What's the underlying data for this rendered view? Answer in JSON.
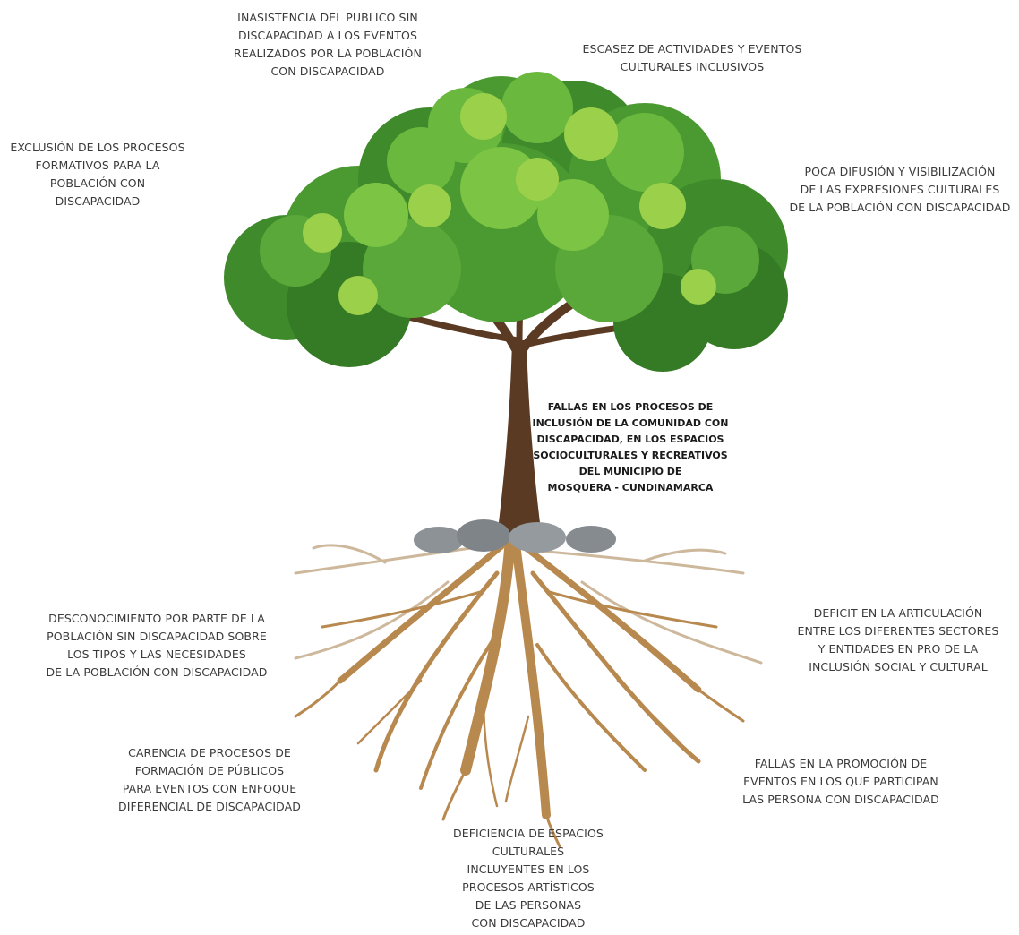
{
  "problem_tree": {
    "central_problem": "FALLAS EN LOS PROCESOS DE\nINCLUSIÓN DE LA COMUNIDAD CON\nDISCAPACIDAD, EN LOS ESPACIOS\nSOCIOCULTURALES Y RECREATIVOS\nDEL MUNICIPIO DE\nMOSQUERA - CUNDINAMARCA",
    "effects": [
      "INASISTENCIA DEL PUBLICO SIN\nDISCAPACIDAD A LOS EVENTOS\nREALIZADOS POR LA POBLACIÓN\nCON DISCAPACIDAD",
      "ESCASEZ DE ACTIVIDADES  Y EVENTOS\nCULTURALES INCLUSIVOS",
      "EXCLUSIÓN DE LOS PROCESOS\nFORMATIVOS PARA  LA\nPOBLACIÓN CON\nDISCAPACIDAD",
      "POCA DIFUSIÓN Y VISIBILIZACIÓN\nDE LAS EXPRESIONES CULTURALES\nDE LA POBLACIÓN CON DISCAPACIDAD"
    ],
    "causes": [
      "DESCONOCIMIENTO POR PARTE DE LA\nPOBLACIÓN SIN DISCAPACIDAD SOBRE\nLOS TIPOS Y LAS NECESIDADES\nDE LA POBLACIÓN CON DISCAPACIDAD",
      "DEFICIT EN LA ARTICULACIÓN\nENTRE LOS DIFERENTES SECTORES\nY ENTIDADES EN PRO DE LA\nINCLUSIÓN SOCIAL Y CULTURAL",
      "CARENCIA DE PROCESOS DE\nFORMACIÓN DE PÚBLICOS\nPARA EVENTOS CON ENFOQUE\nDIFERENCIAL DE DISCAPACIDAD",
      "FALLAS EN LA PROMOCIÓN DE\nEVENTOS EN LOS QUE PARTICIPAN\nLAS PERSONA CON DISCAPACIDAD",
      "DEFICIENCIA DE ESPACIOS\nCULTURALES\nINCLUYENTES EN LOS\nPROCESOS ARTÍSTICOS\nDE LAS PERSONAS\nCON DISCAPACIDAD"
    ]
  },
  "colors": {
    "foliage_dark": "#3f8a2b",
    "foliage_mid": "#5aa83a",
    "foliage_light": "#9bd04a",
    "trunk": "#5a3a22",
    "roots": "#b8894f",
    "roots_faded": "#cdb89c",
    "rocks": "#8d9296",
    "text": "#3a3a3a"
  }
}
